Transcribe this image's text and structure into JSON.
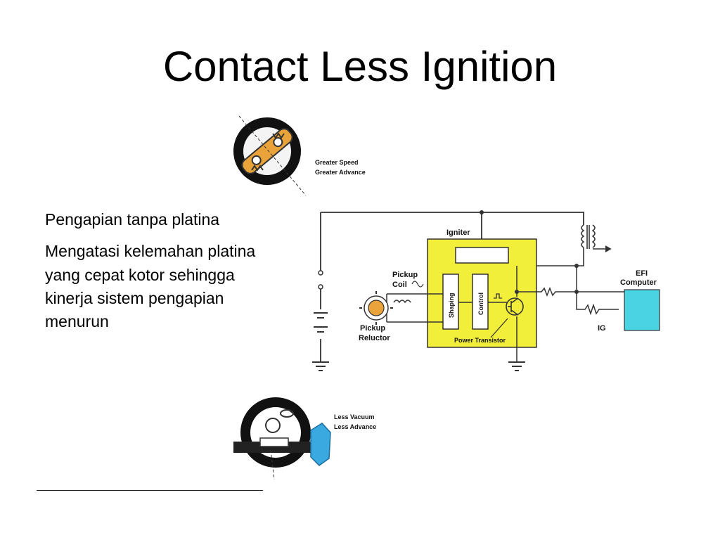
{
  "title": "Contact Less Ignition",
  "bullets": [
    "Pengapian tanpa platina",
    "Mengatasi kelemahan platina yang cepat kotor sehingga kinerja sistem pengapian menurun"
  ],
  "top_figure": {
    "line1": "Greater Speed",
    "line2": "Greater Advance"
  },
  "bottom_figure": {
    "line1": "Less Vacuum",
    "line2": "Less Advance"
  },
  "circuit": {
    "igniter": "Igniter",
    "pickup_coil_1": "Pickup",
    "pickup_coil_2": "Coil",
    "pickup_reluctor_1": "Pickup",
    "pickup_reluctor_2": "Reluctor",
    "shaping": "Shaping",
    "control": "Control",
    "power_transistor": "Power Transistor",
    "efi_1": "EFI",
    "efi_2": "Computer",
    "ig": "IG"
  },
  "colors": {
    "igniter_box": "#f2ef3a",
    "efi_box": "#49d3e3",
    "advance_plate": "#3aa9e0",
    "weights": "#e9a33a"
  }
}
